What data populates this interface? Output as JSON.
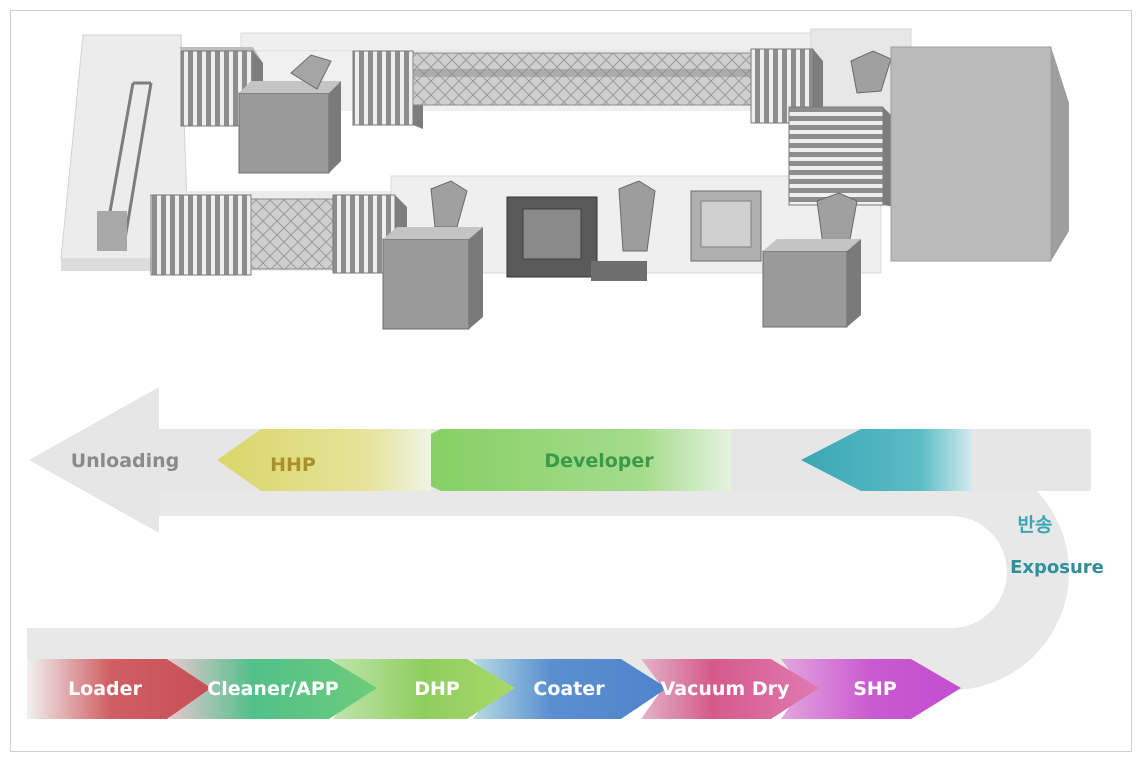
{
  "flow": {
    "bottom_row": [
      "Loader",
      "Cleaner/APP",
      "DHP",
      "Coater",
      "Vacuum Dry",
      "SHP"
    ],
    "turn_korean": "반송",
    "turn_label": "Exposure",
    "top_row": [
      "Unloading",
      "HHP",
      "Developer"
    ]
  },
  "colors": {
    "loader": "#cf5f63",
    "cleaner": "#52c08a",
    "dhp": "#8fce5e",
    "coater": "#5a8fd0",
    "vacuum": "#d55a8a",
    "shp": "#c95ad0",
    "exposure": "#3aa6b4",
    "developer": "#8fd06a",
    "hhp": "#d9d66a",
    "unloading": "#e4e4e4",
    "track": "#e8e8e8"
  }
}
